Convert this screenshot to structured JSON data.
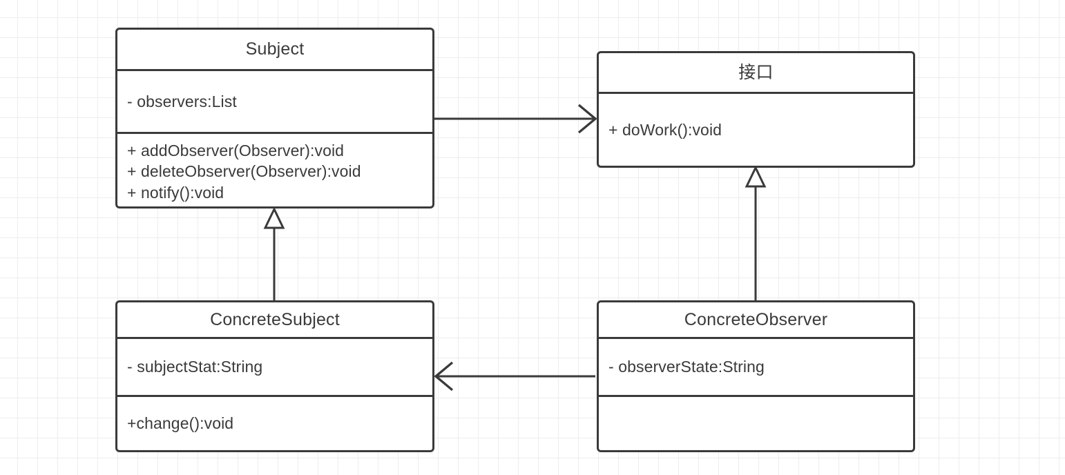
{
  "diagram": {
    "type": "uml-class-diagram",
    "pattern": "Observer Pattern",
    "background": "#ffffff",
    "grid_color": "#ededed",
    "stroke_color": "#3a3a3a",
    "text_color": "#3a3a3a"
  },
  "classes": {
    "subject": {
      "name": "Subject",
      "attributes": [
        "- observers:List"
      ],
      "methods": [
        "+ addObserver(Observer):void",
        "+ deleteObserver(Observer):void",
        "+ notify():void"
      ]
    },
    "interface": {
      "name": "接口",
      "attributes": [],
      "methods": [
        "+ doWork():void"
      ]
    },
    "concrete_subject": {
      "name": "ConcreteSubject",
      "attributes": [
        "- subjectStat:String"
      ],
      "methods": [
        "+change():void"
      ]
    },
    "concrete_observer": {
      "name": "ConcreteObserver",
      "attributes": [
        "- observerState:String"
      ],
      "methods": [
        ""
      ]
    }
  },
  "relationships": [
    {
      "id": "subject-to-interface",
      "from": "Subject",
      "to": "接口",
      "kind": "association",
      "arrow": "open-arrow",
      "direction": "right"
    },
    {
      "id": "concretesubject-to-subject",
      "from": "ConcreteSubject",
      "to": "Subject",
      "kind": "generalization",
      "arrow": "hollow-triangle",
      "direction": "up"
    },
    {
      "id": "concreteobserver-to-interface",
      "from": "ConcreteObserver",
      "to": "接口",
      "kind": "generalization",
      "arrow": "hollow-triangle",
      "direction": "up"
    },
    {
      "id": "concreteobserver-to-concretesubject",
      "from": "ConcreteObserver",
      "to": "ConcreteSubject",
      "kind": "association",
      "arrow": "open-arrow",
      "direction": "left"
    }
  ]
}
